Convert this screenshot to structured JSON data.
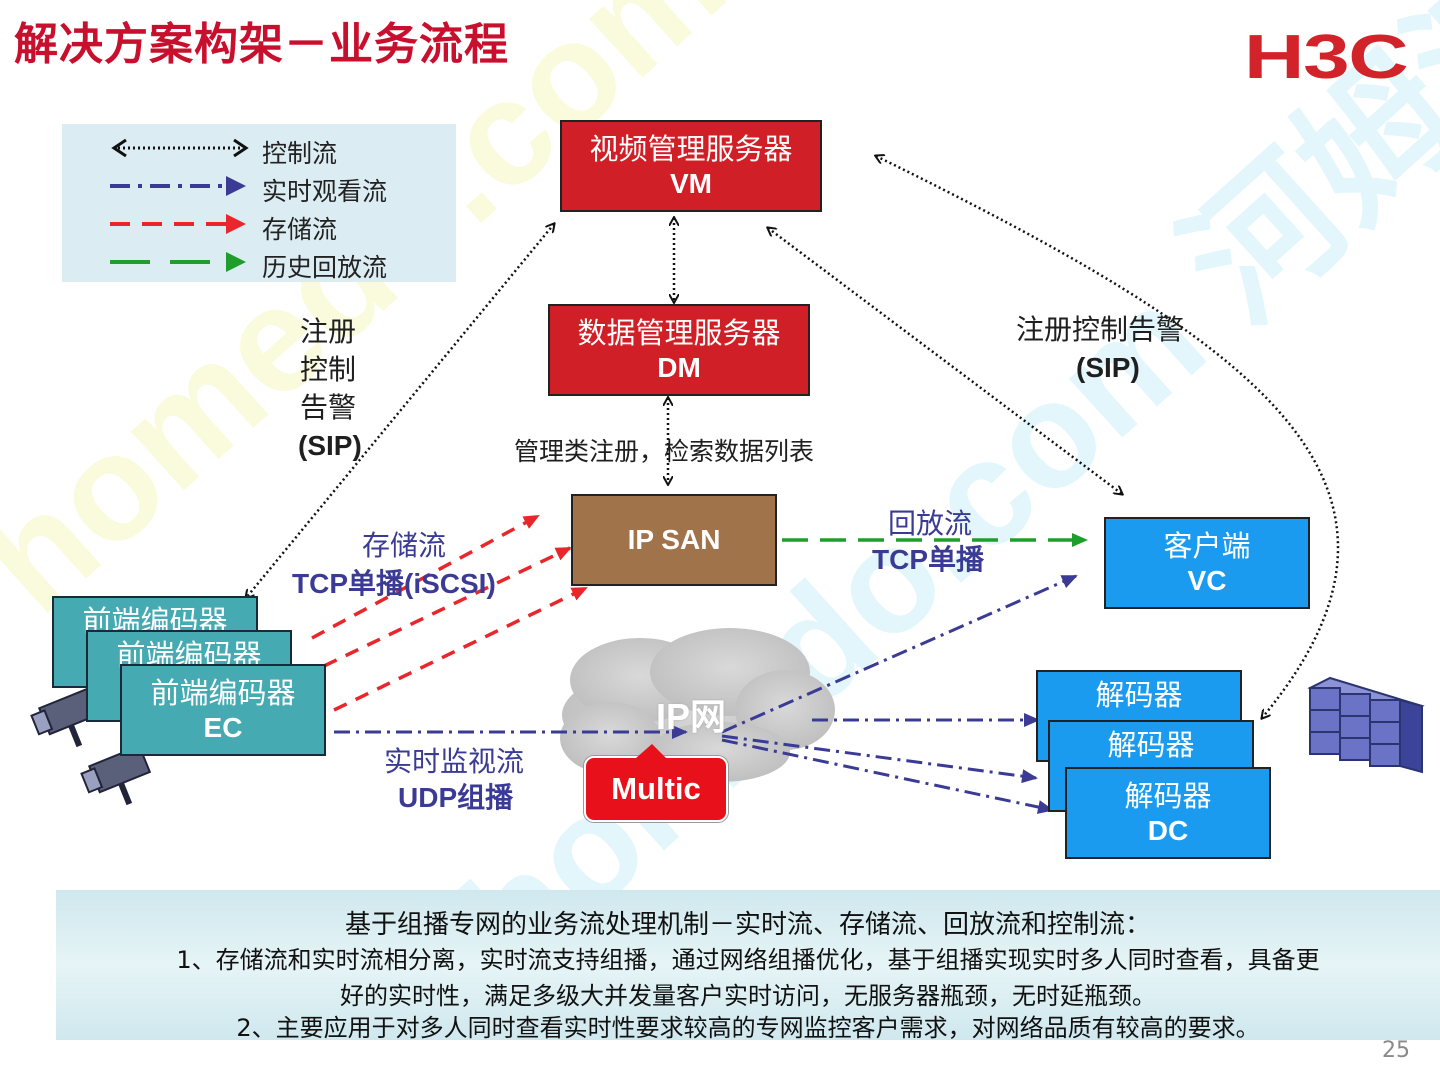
{
  "title": "解决方案构架－业务流程",
  "logo": "H3C",
  "legend": [
    {
      "label": "控制流",
      "style": "control"
    },
    {
      "label": "实时观看流",
      "style": "live"
    },
    {
      "label": "存储流",
      "style": "storage"
    },
    {
      "label": "历史回放流",
      "style": "playback"
    }
  ],
  "nodes": {
    "vm": {
      "l1": "视频管理服务器",
      "l2": "VM"
    },
    "dm": {
      "l1": "数据管理服务器",
      "l2": "DM"
    },
    "ipsan": {
      "l1": "IP SAN"
    },
    "vc": {
      "l1": "客户端",
      "l2": "VC"
    },
    "ec1": {
      "l1": "前端编码器"
    },
    "ec2": {
      "l1": "前端编码器"
    },
    "ec3": {
      "l1": "前端编码器",
      "l2": "EC"
    },
    "dc1": {
      "l1": "解码器"
    },
    "dc2": {
      "l1": "解码器"
    },
    "dc3": {
      "l1": "解码器",
      "l2": "DC"
    },
    "cloud": {
      "l1": "IP网"
    }
  },
  "labels": {
    "sip_left": [
      "注册",
      "控制",
      "告警"
    ],
    "sip_left_proto": "(SIP)",
    "sip_right": "注册控制告警",
    "sip_right_proto": "(SIP)",
    "dm_link": "管理类注册，检索数据列表",
    "storage": "存储流",
    "storage_proto": "TCP单播(iSCSI)",
    "playback": "回放流",
    "playback_proto": "TCP单播",
    "live": "实时监视流",
    "live_proto": "UDP组播",
    "multicast": "Multic"
  },
  "summary": {
    "heading": "基于组播专网的业务流处理机制－实时流、存储流、回放流和控制流：",
    "line1": "1、存储流和实时流相分离，实时流支持组播，通过网络组播优化，基于组播实现实时多人同时查看，具备更",
    "line2": "好的实时性，满足多级大并发量客户实时访问，无服务器瓶颈，无时延瓶颈。",
    "line3": "2、主要应用于对多人同时查看实时性要求较高的专网监控客户需求，对网络品质有较高的要求。"
  },
  "page_number": "25",
  "colors": {
    "title": "#c8102e",
    "control": "#111111",
    "live": "#3b3b95",
    "storage": "#e8262b",
    "playback": "#1e9e2a",
    "server": "#d01f26",
    "storage_box": "#a0734a",
    "client": "#1a9bf0",
    "encoder": "#46aab2"
  },
  "watermark": "homedo.com 河姆渡"
}
